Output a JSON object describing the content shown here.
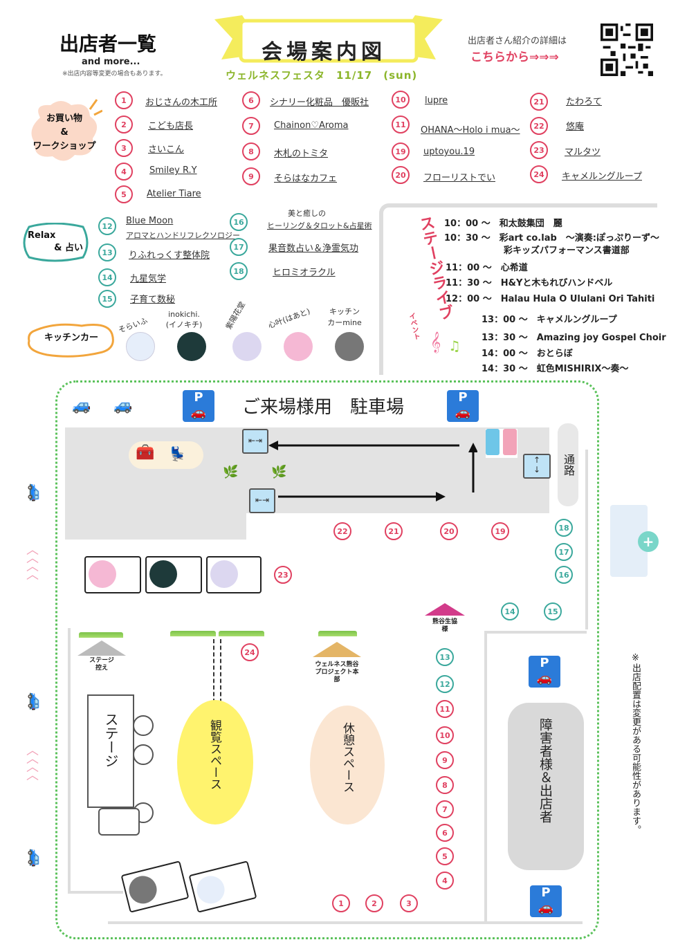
{
  "header": {
    "list_title": "出店者一覧",
    "and_more": "and more...",
    "note": "※出店内容等変更の場合もあります。",
    "banner_title": "会場案内図",
    "event_line": "ウェルネスフェスタ　11/17　(sun)",
    "detail_line1": "出店者さん紹介の詳細は",
    "detail_line2": "こちらから⇒⇒⇒"
  },
  "categories": {
    "shopping_line1": "お買い物",
    "shopping_line2": "&",
    "shopping_line3": "ワークショップ",
    "relax_line1": "Relax",
    "relax_line2": "& 占い",
    "kitchen": "キッチンカー"
  },
  "shops": [
    {
      "num": "1",
      "name": "おじさんの木工所"
    },
    {
      "num": "2",
      "name": "こども店長"
    },
    {
      "num": "3",
      "name": "さいこん"
    },
    {
      "num": "4",
      "name": "Smiley R.Y"
    },
    {
      "num": "5",
      "name": "Atelier Tiare"
    },
    {
      "num": "6",
      "name": "シナリー化粧品　優販社"
    },
    {
      "num": "7",
      "name": "Chainon♡Aroma"
    },
    {
      "num": "8",
      "name": "木札のトミタ"
    },
    {
      "num": "9",
      "name": "そらはなカフェ"
    },
    {
      "num": "10",
      "name": "lupre"
    },
    {
      "num": "11",
      "name": "OHANA〜Holo i mua〜"
    },
    {
      "num": "19",
      "name": "uptoyou.19"
    },
    {
      "num": "20",
      "name": "フローリストでい"
    },
    {
      "num": "21",
      "name": "たわろて"
    },
    {
      "num": "22",
      "name": "悠庵"
    },
    {
      "num": "23",
      "name": "マルタツ"
    },
    {
      "num": "24",
      "name": "キャメルングループ"
    }
  ],
  "relax": [
    {
      "num": "12",
      "name": "Blue Moon",
      "name2": "アロマとハンドリフレクソロジー"
    },
    {
      "num": "13",
      "name": "りふれっくす整体院"
    },
    {
      "num": "14",
      "name": "九星気学"
    },
    {
      "num": "15",
      "name": "子育て数秘"
    },
    {
      "num": "16",
      "name": "美と癒しの",
      "name2": "ヒーリング＆タロット&占星術"
    },
    {
      "num": "17",
      "name": "果音数占い＆浄霊気功"
    },
    {
      "num": "18",
      "name": "ヒロミオラクル"
    }
  ],
  "kitchen_cars": [
    "そらいふ",
    "inokichi.(イノキチ)",
    "紫陽花堂",
    "心叶(はあと)",
    "キッチンカーmine"
  ],
  "stage": {
    "vertical_title": "ステージライブ",
    "vertical_sub": "イベント",
    "schedule": [
      {
        "time": "10：00 〜",
        "act": "和太鼓集団　麗"
      },
      {
        "time": "10：30 〜",
        "act": "彩art co.lab　〜演奏:ぽっぷりーず〜"
      },
      {
        "time": "",
        "act": "彩キッズパフォーマンス書道部"
      },
      {
        "time": "11：00 〜",
        "act": "心希道"
      },
      {
        "time": "11：30 〜",
        "act": "H&Yと木もれびハンドベル"
      },
      {
        "time": "12：00 〜",
        "act": "Halau Hula O Ululani Ori Tahiti"
      },
      {
        "time": "13：00 〜",
        "act": "キャメルングループ"
      },
      {
        "time": "13：30 〜",
        "act": "Amazing joy Gospel Choir"
      },
      {
        "time": "14：00 〜",
        "act": "おとらぼ"
      },
      {
        "time": "14：30 〜",
        "act": "虹色MISHIRIX〜奏〜"
      }
    ]
  },
  "map": {
    "parking_title": "ご来場様用　駐車場",
    "p_label": "P",
    "passage": "通路",
    "stage": "ステージ",
    "stage_waiting": "ステージ控え",
    "viewing_space": "観覧スペース",
    "rest_space": "休憩スペース",
    "wellness_hq": "ウェルネス熊谷プロジェクト本部",
    "coop": "熊谷生協様",
    "disabled_parking": "障害者様＆出店者",
    "change_note": "※出店配置は変更がある可能性があります。",
    "badges": [
      "22",
      "21",
      "20",
      "19",
      "18",
      "17",
      "16",
      "23",
      "14",
      "15",
      "24",
      "13",
      "12",
      "11",
      "10",
      "9",
      "8",
      "7",
      "6",
      "5",
      "4",
      "1",
      "2",
      "3"
    ]
  },
  "colors": {
    "red": "#e04060",
    "green": "#3aa89c",
    "parking_blue": "#2b7bd9",
    "yellow": "#fff36e",
    "peach": "#fbe6d2"
  }
}
